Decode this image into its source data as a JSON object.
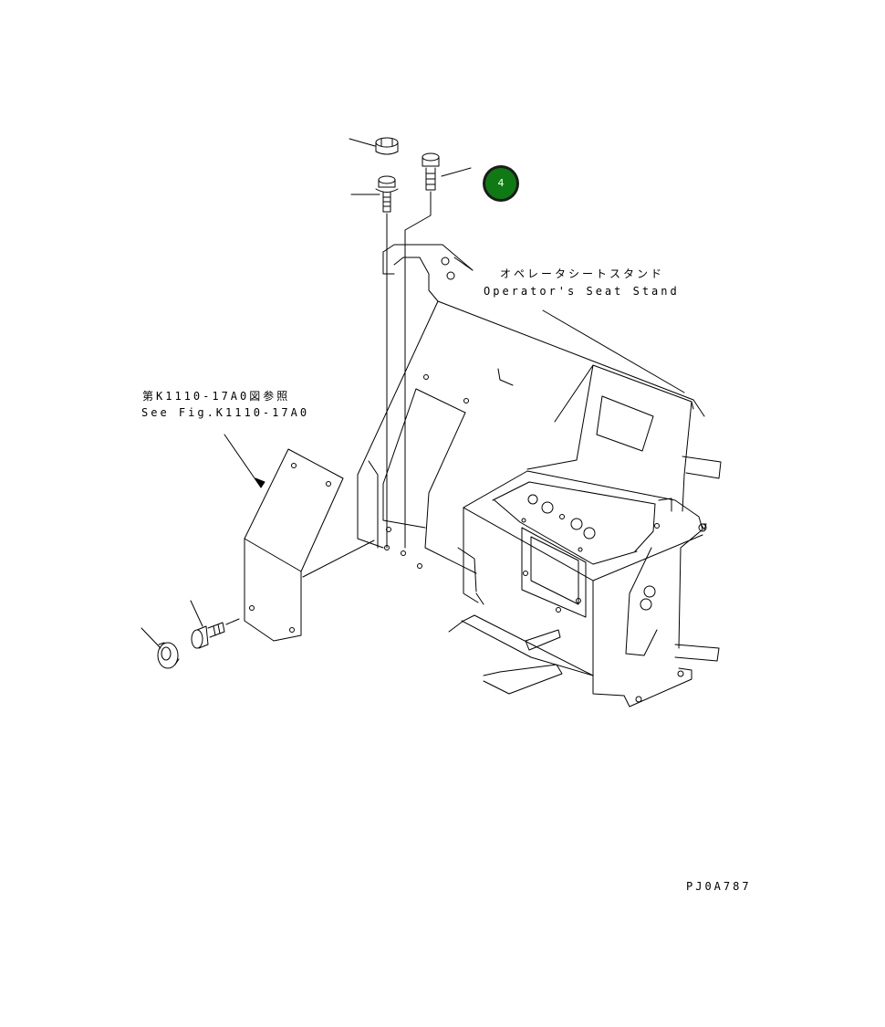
{
  "callout": {
    "number": "4",
    "color": "#0f7a13"
  },
  "labels": {
    "part_ja": "オペレータシートスタンド",
    "part_en": "Operator's Seat Stand",
    "ref_ja": "第K1110-17A0図参照",
    "ref_en": "See Fig.K1110-17A0",
    "drawing_id": "PJ0A787"
  }
}
